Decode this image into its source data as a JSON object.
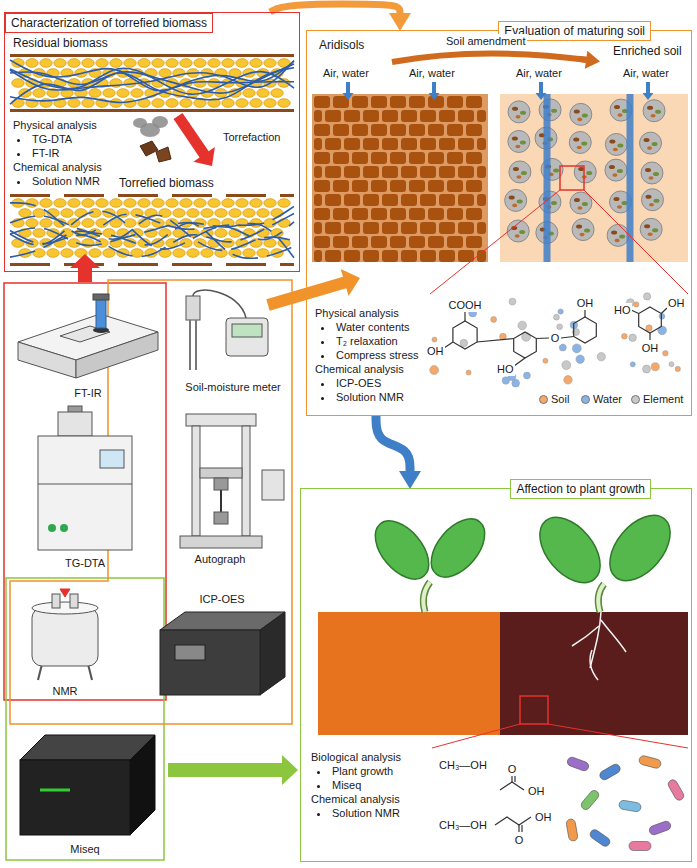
{
  "diagram": {
    "nodes": [
      {
        "text": [
          "Characterization of torrefied biomass"
        ]
      },
      {
        "text": [
          "Evaluation of maturing soil"
        ]
      },
      {
        "text": [
          "Affection to plant growth"
        ]
      }
    ],
    "edges": [
      {
        "from": 0,
        "to": 1,
        "arrow": "to"
      },
      {
        "from": 1,
        "to": 2,
        "arrow": "to"
      }
    ],
    "labels": [
      "Residual biomass",
      "Physical analysis",
      "TG-DTA",
      "FT-IR",
      "Chemical analysis",
      "Solution NMR",
      "Torrefaction",
      "Torrefied biomass",
      "Aridisols",
      "Soil amendment",
      "Enriched soil",
      "Air, water",
      "Air, water",
      "Air, water",
      "Air, water",
      "Physical analysis",
      "Water contents",
      "T₂ relaxation",
      "Compress stress",
      "Chemical analysis",
      "ICP-OES",
      "Solution NMR",
      "COOH",
      "OH",
      "HO",
      "OH",
      "O",
      "OH",
      "HO",
      "OH",
      "FT-IR",
      "TG-DTA",
      "NMR",
      "Soil-moisture meter",
      "Autograph",
      "ICP-OES",
      "Miseq",
      "Biological analysis",
      "Plant growth",
      "Miseq",
      "Chemical analysis",
      "Solution NMR",
      "CH₃—OH",
      "CH₃—OH",
      "O",
      "OH",
      "OH",
      "O"
    ],
    "legend": [
      {
        "text": "Soil",
        "color": "#f5a86a"
      },
      {
        "text": "Water",
        "color": "#8ab4e8"
      },
      {
        "text": "Element",
        "color": "#c8c8c8"
      }
    ]
  }
}
